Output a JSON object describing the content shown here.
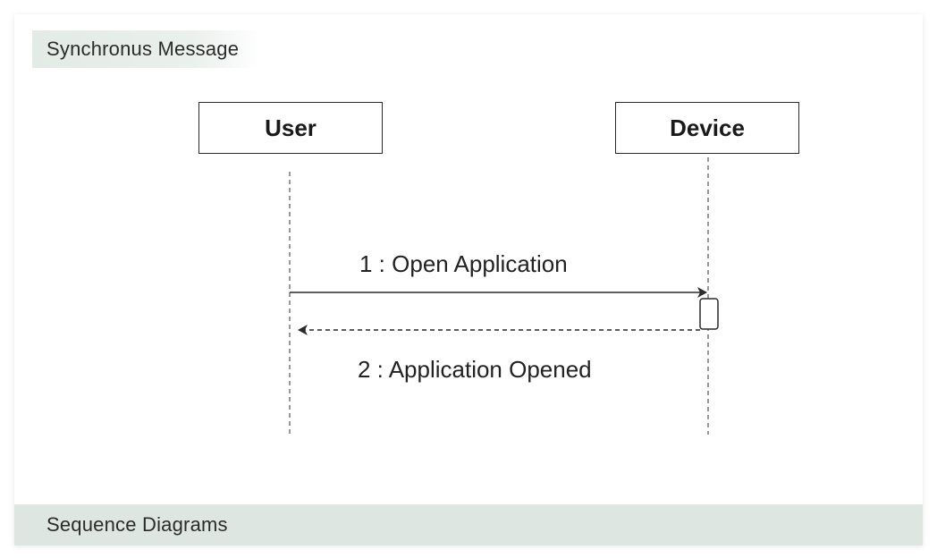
{
  "header": {
    "title": "Synchronus Message"
  },
  "footer": {
    "title": "Sequence Diagrams"
  },
  "diagram": {
    "actors": [
      {
        "label": "User"
      },
      {
        "label": "Device"
      }
    ],
    "messages": [
      {
        "label": "1 : Open Application",
        "type": "synchronous",
        "from": "User",
        "to": "Device"
      },
      {
        "label": "2 : Application Opened",
        "type": "return",
        "from": "Device",
        "to": "User"
      }
    ]
  },
  "colors": {
    "header_band": "#e3ebe6",
    "footer_band": "#dde6e0",
    "line": "#2a2a2a"
  }
}
